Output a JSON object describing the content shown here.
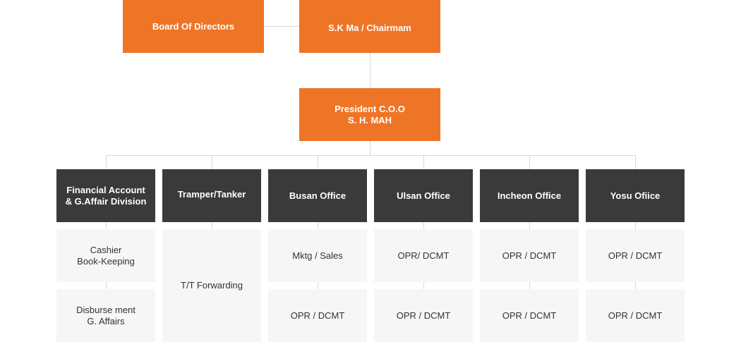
{
  "top": {
    "board": "Board Of Directors",
    "chairman": "S.K Ma / Chairmam"
  },
  "president": {
    "line1": "President C.O.O",
    "line2": "S. H. MAH"
  },
  "divisions": [
    {
      "title": "Financial Account\n& G.Affair Division",
      "subs": [
        "Cashier\nBook-Keeping",
        "Disburse ment\nG. Affairs"
      ]
    },
    {
      "title": "Tramper/Tanker",
      "subs": [
        "T/T Forwarding"
      ]
    },
    {
      "title": "Busan Office",
      "subs": [
        "Mktg / Sales",
        "OPR / DCMT"
      ]
    },
    {
      "title": "Ulsan Office",
      "subs": [
        "OPR/ DCMT",
        "OPR / DCMT"
      ]
    },
    {
      "title": "Incheon Office",
      "subs": [
        "OPR / DCMT",
        "OPR / DCMT"
      ]
    },
    {
      "title": "Yosu Ofiice",
      "subs": [
        "OPR / DCMT",
        "OPR / DCMT"
      ]
    }
  ],
  "colors": {
    "accent": "#ef7526",
    "dark": "#3a3a3a",
    "light": "#f6f6f6",
    "connector": "#d8d8d8"
  }
}
